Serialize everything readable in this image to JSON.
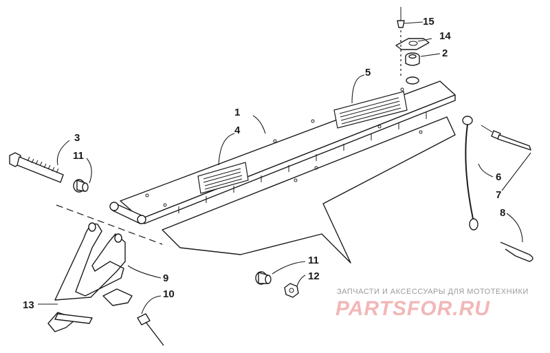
{
  "diagram": {
    "callouts": {
      "c1": "1",
      "c2": "2",
      "c3": "3",
      "c4": "4",
      "c5": "5",
      "c6": "6",
      "c7": "7",
      "c8": "8",
      "c9": "9",
      "c10": "10",
      "c11a": "11",
      "c11b": "11",
      "c12": "12",
      "c13": "13",
      "c14": "14",
      "c15": "15"
    }
  },
  "watermark": {
    "tagline": "ЗАПЧАСТИ И АКСЕССУАРЫ ДЛЯ МОТОТЕХНИКИ",
    "logo": "PARTSFOR.RU"
  }
}
